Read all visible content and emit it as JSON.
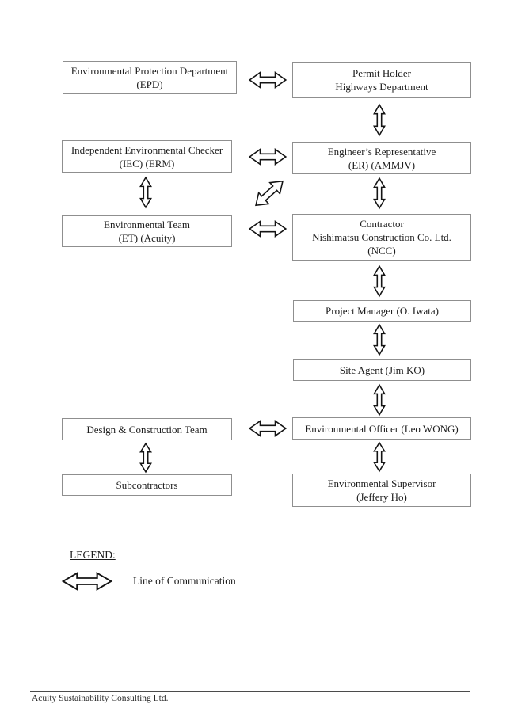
{
  "document": {
    "footer_company": "Acuity Sustainability Consulting Ltd."
  },
  "diagram": {
    "type": "organization-communication-chart",
    "boxes": {
      "epd": {
        "text": "Environmental Protection Department\n(EPD)"
      },
      "permit_holder": {
        "text": "Permit Holder\nHighways Department"
      },
      "iec": {
        "text": "Independent Environmental Checker\n(IEC) (ERM)"
      },
      "er": {
        "text": "Engineer’s Representative\n(ER) (AMMJV)"
      },
      "et": {
        "text": "Environmental Team\n(ET) (Acuity)"
      },
      "contractor": {
        "text": "Contractor\nNishimatsu Construction Co. Ltd.\n(NCC)"
      },
      "project_manager": {
        "text": "Project Manager (O. Iwata)"
      },
      "site_agent": {
        "text": "Site Agent (Jim KO)"
      },
      "dc_team": {
        "text": "Design & Construction Team"
      },
      "env_officer": {
        "text": "Environmental Officer (Leo WONG)"
      },
      "subcontractors": {
        "text": "Subcontractors"
      },
      "env_supervisor": {
        "text": "Environmental Supervisor\n(Jeffery Ho)"
      }
    },
    "connections": [
      {
        "from": "epd",
        "to": "permit_holder",
        "type": "line-of-communication",
        "orientation": "horizontal"
      },
      {
        "from": "permit_holder",
        "to": "er",
        "type": "line-of-communication",
        "orientation": "vertical"
      },
      {
        "from": "iec",
        "to": "er",
        "type": "line-of-communication",
        "orientation": "horizontal"
      },
      {
        "from": "iec",
        "to": "et",
        "type": "line-of-communication",
        "orientation": "vertical"
      },
      {
        "from": "et",
        "to": "er",
        "type": "line-of-communication",
        "orientation": "diagonal"
      },
      {
        "from": "er",
        "to": "contractor",
        "type": "line-of-communication",
        "orientation": "vertical"
      },
      {
        "from": "et",
        "to": "contractor",
        "type": "line-of-communication",
        "orientation": "horizontal"
      },
      {
        "from": "contractor",
        "to": "project_manager",
        "type": "line-of-communication",
        "orientation": "vertical"
      },
      {
        "from": "project_manager",
        "to": "site_agent",
        "type": "line-of-communication",
        "orientation": "vertical"
      },
      {
        "from": "site_agent",
        "to": "env_officer",
        "type": "line-of-communication",
        "orientation": "vertical"
      },
      {
        "from": "dc_team",
        "to": "env_officer",
        "type": "line-of-communication",
        "orientation": "horizontal"
      },
      {
        "from": "dc_team",
        "to": "subcontractors",
        "type": "line-of-communication",
        "orientation": "vertical"
      },
      {
        "from": "env_officer",
        "to": "env_supervisor",
        "type": "line-of-communication",
        "orientation": "vertical"
      }
    ],
    "colors": {
      "box_border": "#8f8f8f",
      "arrow_stroke": "#141414",
      "text": "#1c1c1c",
      "background": "#ffffff"
    }
  },
  "legend": {
    "title": "LEGEND:",
    "items": [
      {
        "icon": "double-arrow-icon",
        "label": "Line of Communication"
      }
    ]
  }
}
